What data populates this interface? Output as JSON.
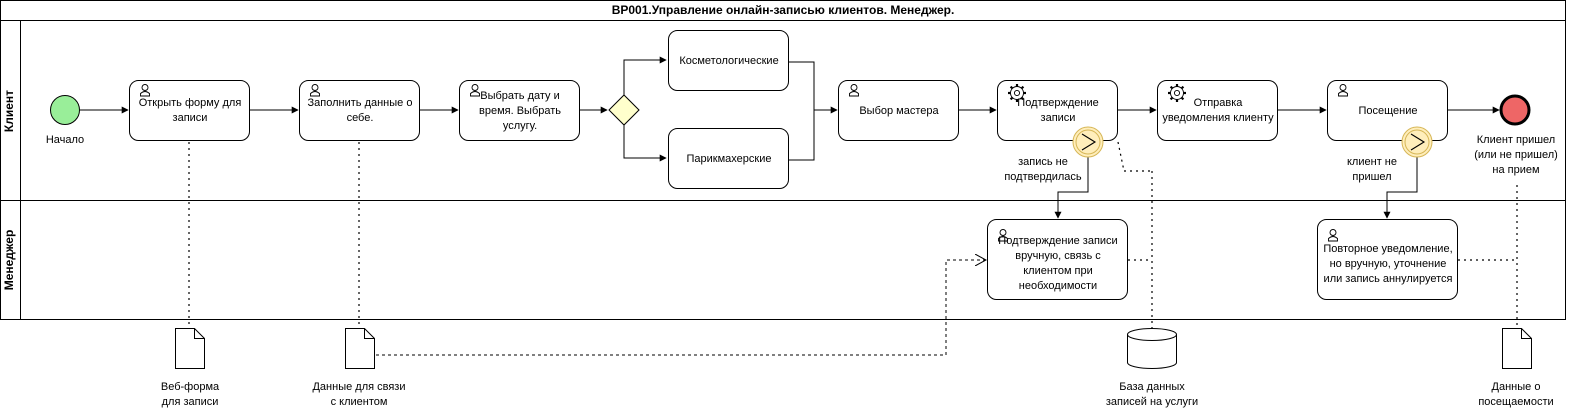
{
  "pool": {
    "title": "BP001.Управление онлайн-записью клиентов. Менеджер."
  },
  "lanes": {
    "client": "Клиент",
    "manager": "Менеджер"
  },
  "events": {
    "start": "Начало",
    "end": "Клиент пришел (или не пришел) на прием"
  },
  "tasks": {
    "open_form": "Открыть форму для записи",
    "fill_data": "Заполнить данные о себе.",
    "choose_date": "Выбрать дату и время. Выбрать услугу.",
    "cosmetology": "Косметологические",
    "hairdressing": "Парикмахерские",
    "choose_master": "Выбор мастера",
    "confirm_booking": "Подтверждение записи",
    "send_notification": "Отправка уведомления клиенту",
    "visit": "Посещение",
    "manual_confirm": "Подтверждение записи вручную, связь с клиентом при необходимости",
    "repeat_notification": "Повторное уведомление, но вручную, уточнение или запись аннулируется"
  },
  "flow_labels": {
    "not_confirmed": "запись не подтвердилась",
    "client_no_show": "клиент не пришел"
  },
  "artifacts": {
    "web_form": "Веб-форма для записи",
    "contact_data": "Данные для связи с клиентом",
    "database": "База данных записей на услуги",
    "attendance": "Данные о посещаемости"
  }
}
